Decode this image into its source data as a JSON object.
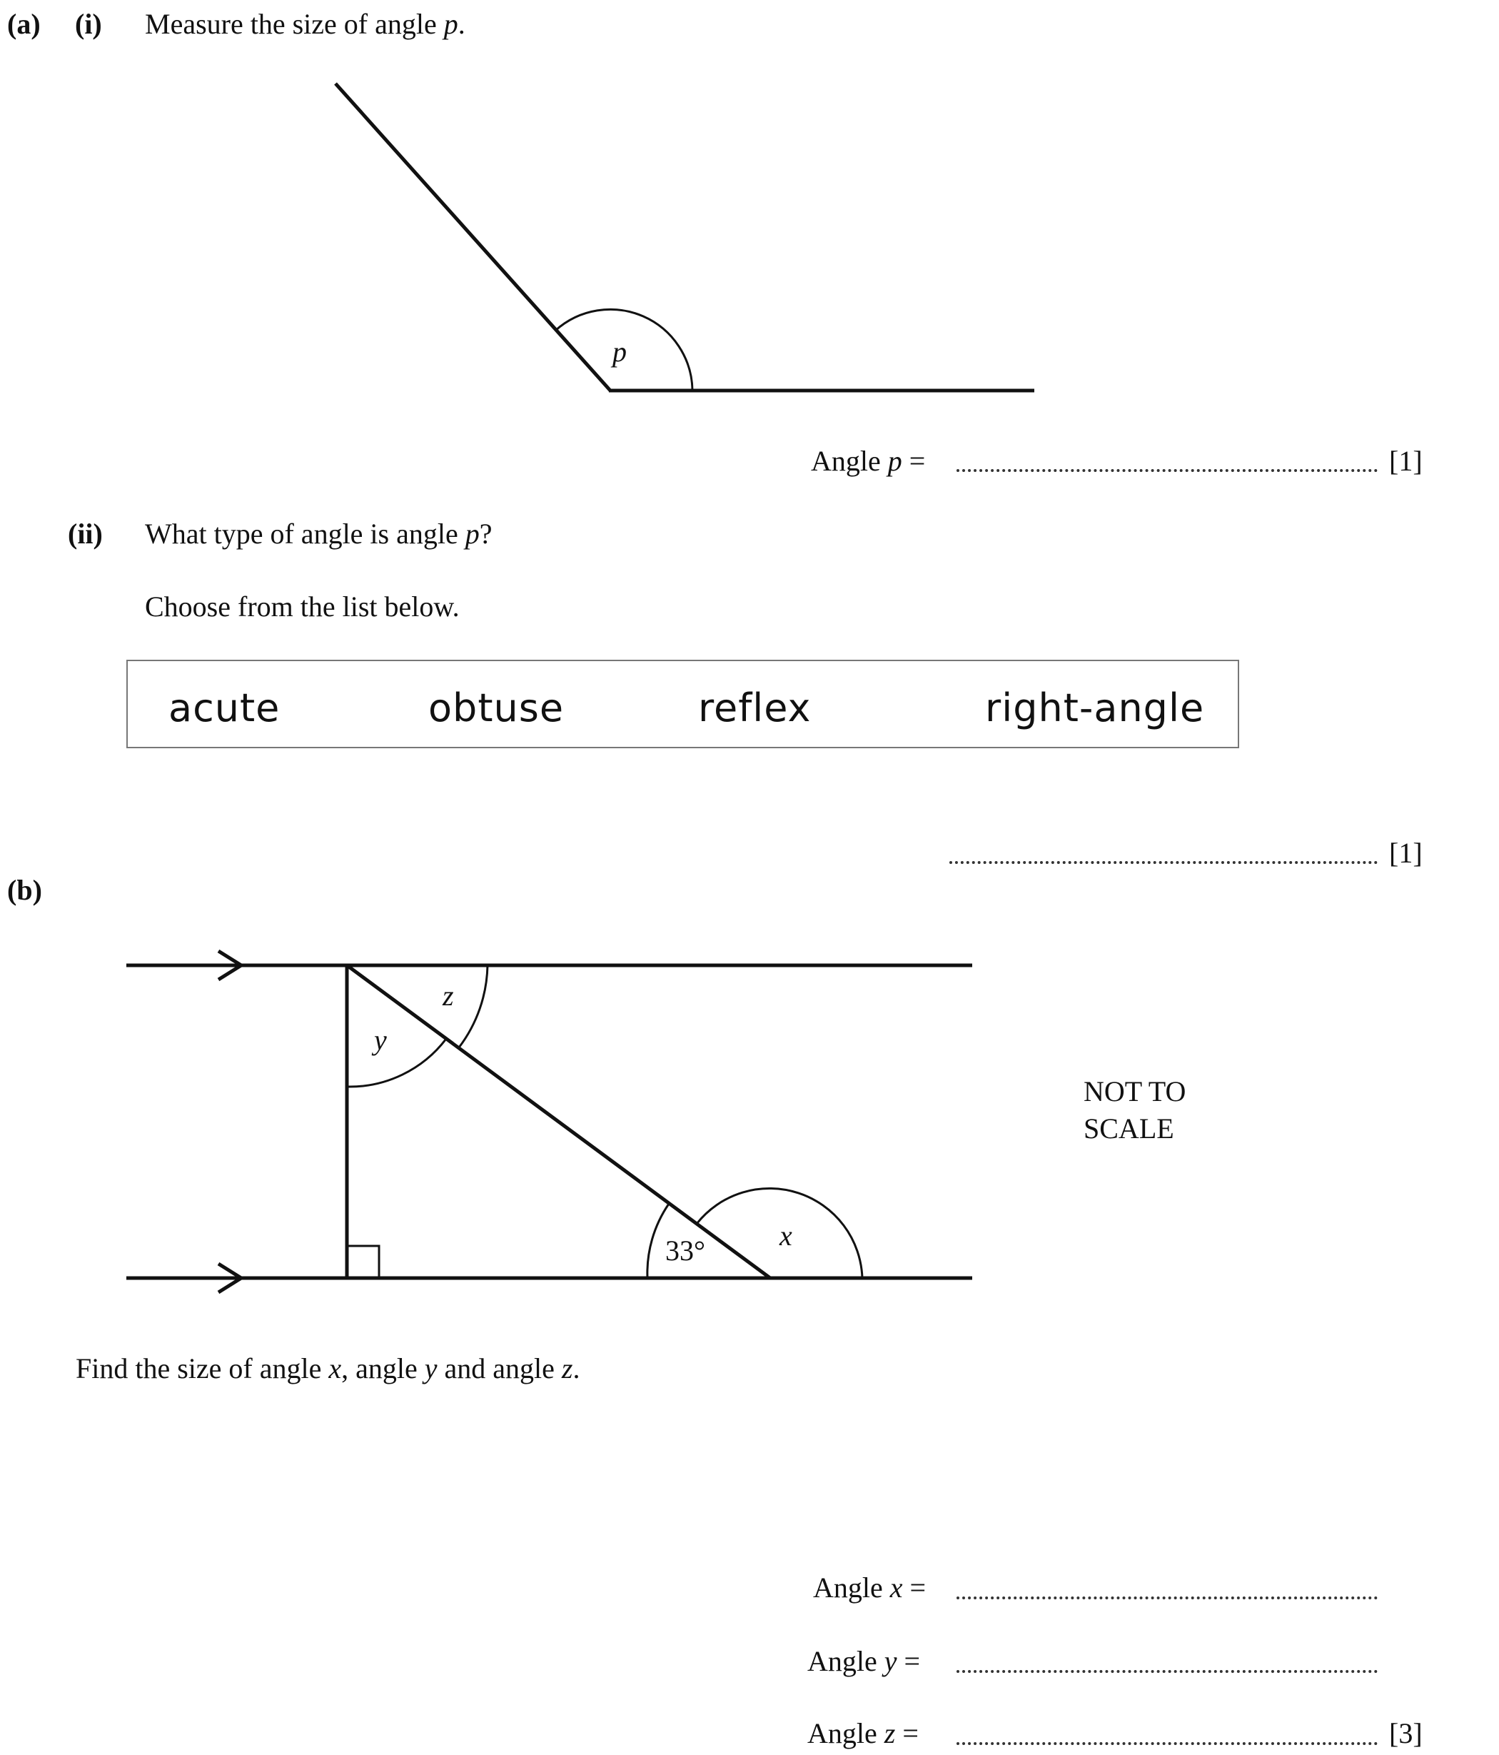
{
  "part_a": {
    "label": "(a)",
    "sub_i": {
      "label": "(i)",
      "question_pre": "Measure the size of angle ",
      "question_var": "p",
      "question_post": ".",
      "angle_label": "p",
      "answer_prefix": "Angle ",
      "answer_var": "p",
      "answer_eq": "=",
      "marks": "[1]"
    },
    "sub_ii": {
      "label": "(ii)",
      "question_pre": "What type of angle is angle ",
      "question_var": "p",
      "question_post": "?",
      "instruction": "Choose from the list below.",
      "choices": [
        "acute",
        "obtuse",
        "reflex",
        "right-angle"
      ],
      "marks": "[1]"
    }
  },
  "part_b": {
    "label": "(b)",
    "diagram": {
      "angle_z": "z",
      "angle_y": "y",
      "angle_x": "x",
      "angle_given": "33°",
      "note_line1": "NOT TO",
      "note_line2": "SCALE"
    },
    "question_pre": "Find the size of angle ",
    "var_x": "x",
    "sep1": ", angle ",
    "var_y": "y",
    "sep2": " and angle ",
    "var_z": "z",
    "question_post": ".",
    "answers": [
      {
        "prefix": "Angle ",
        "var": "x",
        "eq": "="
      },
      {
        "prefix": "Angle ",
        "var": "y",
        "eq": "="
      },
      {
        "prefix": "Angle ",
        "var": "z",
        "eq": "="
      }
    ],
    "marks": "[3]"
  }
}
